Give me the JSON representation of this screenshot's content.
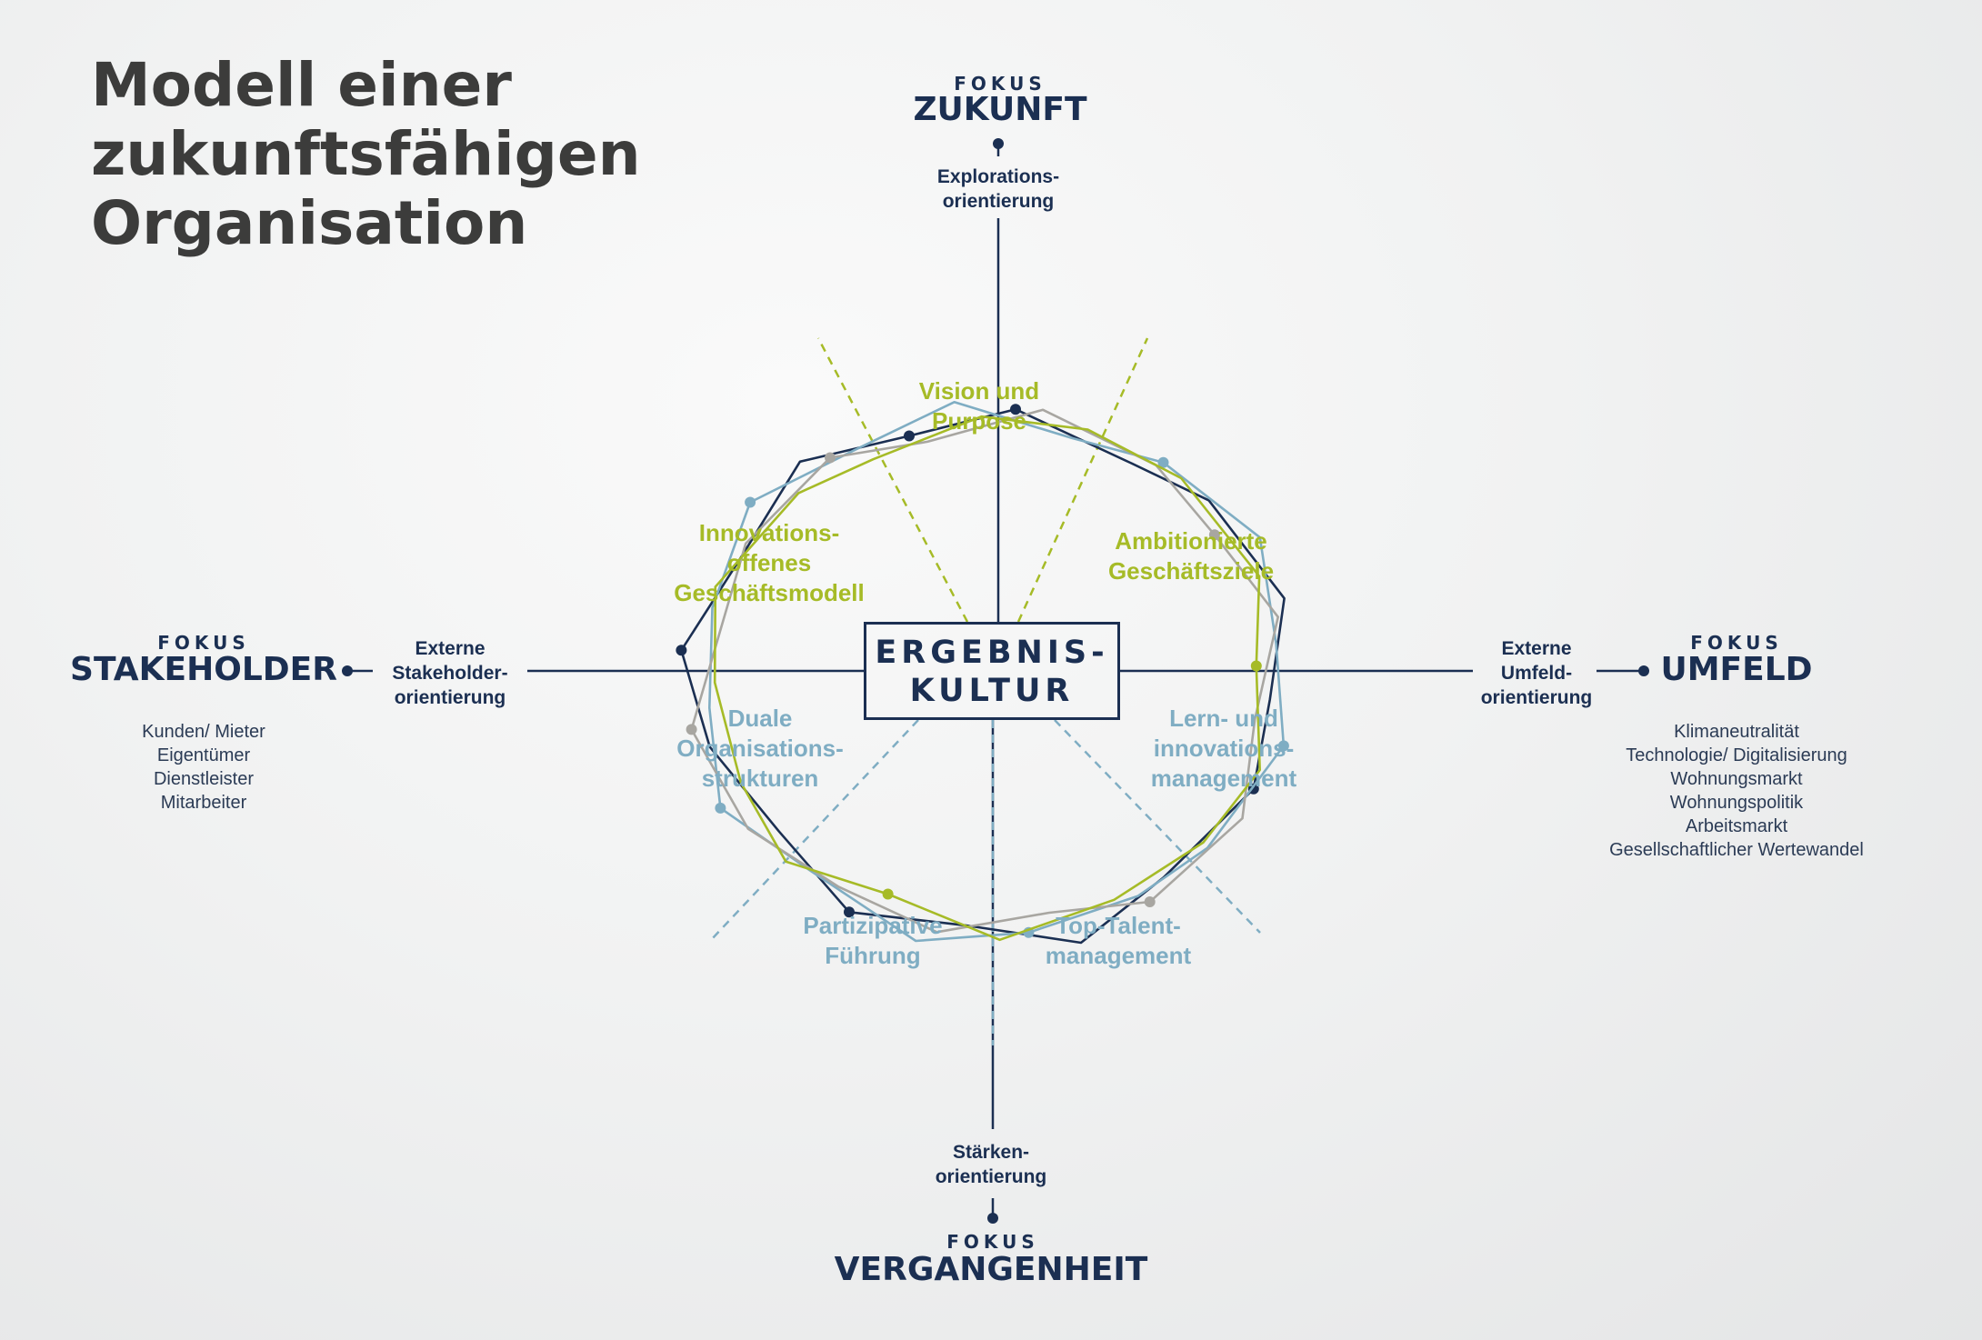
{
  "title": [
    "Modell einer",
    "zukunftsfähigen",
    "Organisation"
  ],
  "center": [
    "ERGEBNIS-",
    "KULTUR"
  ],
  "fokus_label": "FOKUS",
  "top": {
    "heading": "ZUKUNFT",
    "axis": [
      "Explorations-",
      "orientierung"
    ]
  },
  "bottom": {
    "heading": "VERGANGENHEIT",
    "axis": [
      "Stärken-",
      "orientierung"
    ]
  },
  "left": {
    "heading": "STAKEHOLDER",
    "axis": [
      "Externe",
      "Stakeholder-",
      "orientierung"
    ],
    "items": [
      "Kunden/ Mieter",
      "Eigentümer",
      "Dienstleister",
      "Mitarbeiter"
    ]
  },
  "right": {
    "heading": "UMFELD",
    "axis": [
      "Externe",
      "Umfeld-",
      "orientierung"
    ],
    "items": [
      "Klimaneutralität",
      "Technologie/ Digitalisierung",
      "Wohnungsmarkt",
      "Wohnungspolitik",
      "Arbeitsmarkt",
      "Gesellschaftlicher Wertewandel"
    ]
  },
  "sectors": {
    "vision": [
      "Vision und",
      "Purpose"
    ],
    "ambition": [
      "Ambitionierte",
      "Geschäftsziele"
    ],
    "innovation": [
      "Innovations-",
      "offenes",
      "Geschäftsmodell"
    ],
    "lern": [
      "Lern- und",
      "innovations-",
      "management"
    ],
    "duale": [
      "Duale",
      "Organisations-",
      "strukturen"
    ],
    "fuehrung": [
      "Partizipative",
      "Führung"
    ],
    "talent": [
      "Top-Talent-",
      "management"
    ]
  },
  "colors": {
    "navy": "#1b2f52",
    "green": "#a6bb27",
    "lightblue": "#7fadc3",
    "grey": "#a8a6a1",
    "title": "#3c3c3b"
  },
  "radar_series": [
    {
      "color": "#1b2f52",
      "marked": [
        0,
        5,
        9,
        12,
        15
      ]
    },
    {
      "color": "#7fadc3",
      "marked": [
        1,
        4,
        7,
        10,
        13
      ]
    },
    {
      "color": "#a8a6a1",
      "marked": [
        2,
        6,
        11,
        14
      ]
    },
    {
      "color": "#a6bb27",
      "marked": [
        3,
        8
      ]
    }
  ]
}
